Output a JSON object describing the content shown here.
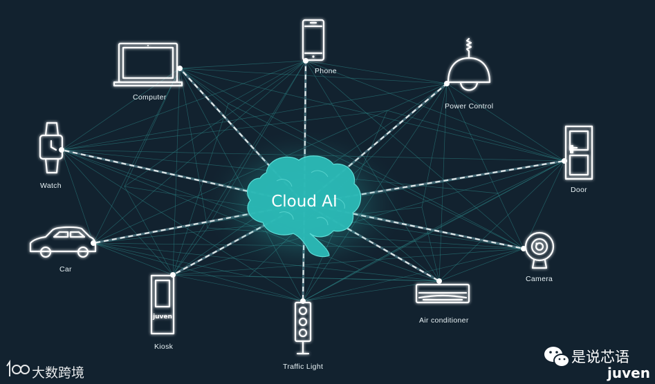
{
  "center": {
    "label": "Cloud AI",
    "color": "#2bb8b5"
  },
  "devices": [
    {
      "id": "phone",
      "label": "Phone",
      "icon": "phone-icon"
    },
    {
      "id": "power-control",
      "label": "Power Control",
      "icon": "ceiling-lamp-icon"
    },
    {
      "id": "door",
      "label": "Door",
      "icon": "door-icon"
    },
    {
      "id": "camera",
      "label": "Camera",
      "icon": "webcam-icon"
    },
    {
      "id": "air-conditioner",
      "label": "Air conditioner",
      "icon": "air-conditioner-icon"
    },
    {
      "id": "traffic-light",
      "label": "Traffic Light",
      "icon": "traffic-light-icon"
    },
    {
      "id": "kiosk",
      "label": "Kiosk",
      "icon": "kiosk-icon",
      "screen_text": "juven"
    },
    {
      "id": "car",
      "label": "Car",
      "icon": "car-icon"
    },
    {
      "id": "watch",
      "label": "Watch",
      "icon": "watch-icon"
    },
    {
      "id": "computer",
      "label": "Computer",
      "icon": "laptop-icon"
    }
  ],
  "watermarks": {
    "bottom_left": "大数跨境",
    "bottom_left_logo": "logo-icon",
    "bottom_right_title": "是说芯语",
    "bottom_right_brand": "juven",
    "bottom_right_icon": "wechat-icon"
  },
  "colors": {
    "background": "#12222f",
    "web_lines": "#2f8f8f",
    "brain": "#2bb8b5"
  }
}
